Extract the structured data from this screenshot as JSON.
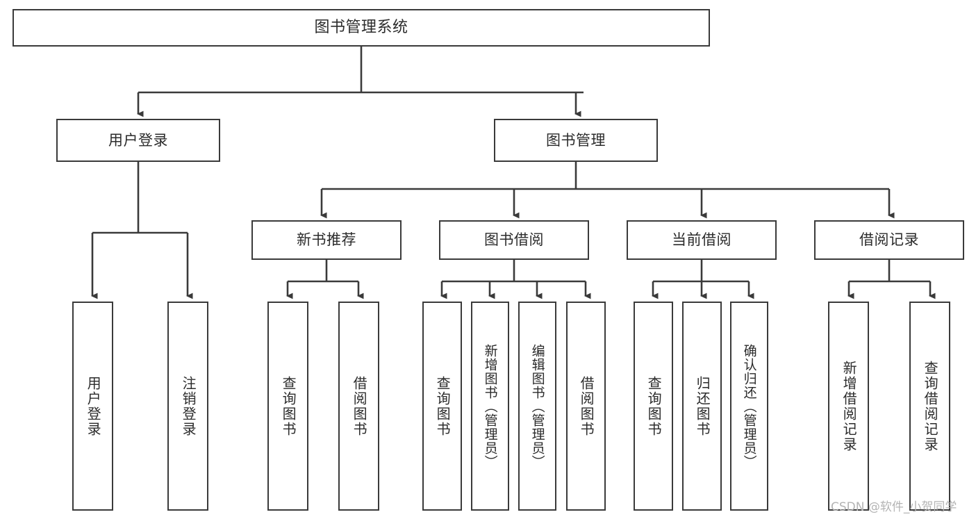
{
  "diagram": {
    "title": "图书管理系统",
    "type": "tree-hierarchy-diagram",
    "root": {
      "label": "图书管理系统"
    },
    "level2": [
      {
        "label": "用户登录"
      },
      {
        "label": "图书管理"
      }
    ],
    "level3": [
      {
        "label": "新书推荐"
      },
      {
        "label": "图书借阅"
      },
      {
        "label": "当前借阅"
      },
      {
        "label": "借阅记录"
      }
    ],
    "leaves": {
      "user_login": [
        {
          "label": "用户登录"
        },
        {
          "label": "注销登录"
        }
      ],
      "new_book_recommend": [
        {
          "label": "查询图书"
        },
        {
          "label": "借阅图书"
        }
      ],
      "book_borrow": [
        {
          "label": "查询图书"
        },
        {
          "label": "新增图书（管理员）"
        },
        {
          "label": "编辑图书（管理员）"
        },
        {
          "label": "借阅图书"
        }
      ],
      "current_borrow": [
        {
          "label": "查询图书"
        },
        {
          "label": "归还图书"
        },
        {
          "label": "确认归还（管理员）"
        }
      ],
      "borrow_record": [
        {
          "label": "新增借阅记录"
        },
        {
          "label": "查询借阅记录"
        }
      ]
    }
  },
  "watermark": {
    "text": "CSDN @软件_小贺同学"
  },
  "colors": {
    "stroke": "#3a3a3a",
    "text": "#2b2b2b",
    "background": "#ffffff",
    "watermark": "#b4b4b4"
  }
}
